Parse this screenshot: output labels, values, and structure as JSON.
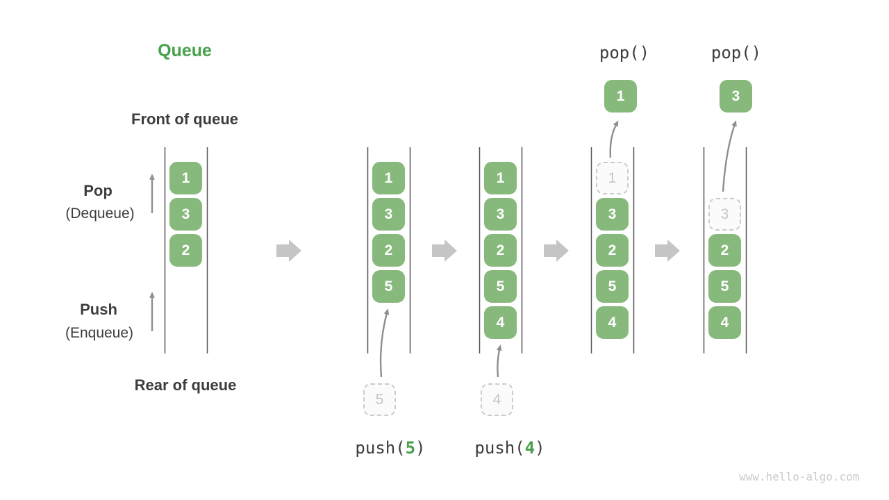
{
  "title": "Queue",
  "watermark": "www.hello-algo.com",
  "colors": {
    "accent_green": "#47a14b",
    "cell_green": "#87b97c",
    "text_dark": "#3d3d3d",
    "thin_arrow_gray": "#8e8e8e",
    "transition_arrow_gray": "#c5c5c5",
    "ghost_gray": "#c4c4c4",
    "queue_wall_gray": "#545454"
  },
  "side_labels": {
    "front": "Front of queue",
    "rear": "Rear of queue",
    "pop_main": "Pop",
    "pop_sub": "(Dequeue)",
    "push_main": "Push",
    "push_sub": "(Enqueue)"
  },
  "cells": {
    "q1": [
      "1",
      "3",
      "2"
    ],
    "q2": [
      "1",
      "3",
      "2",
      "5"
    ],
    "q3": [
      "1",
      "3",
      "2",
      "5",
      "4"
    ],
    "q4": [
      "3",
      "2",
      "5",
      "4"
    ],
    "q5": [
      "2",
      "5",
      "4"
    ]
  },
  "ghost": {
    "q4": "1",
    "q5": "3"
  },
  "staged": {
    "q2": "5",
    "q3": "4"
  },
  "popped": {
    "q4": "1",
    "q5": "3"
  },
  "ops": {
    "push5": {
      "fn": "push(",
      "arg": "5",
      "close": ")"
    },
    "push4": {
      "fn": "push(",
      "arg": "4",
      "close": ")"
    },
    "pop1": "pop()",
    "pop2": "pop()"
  }
}
